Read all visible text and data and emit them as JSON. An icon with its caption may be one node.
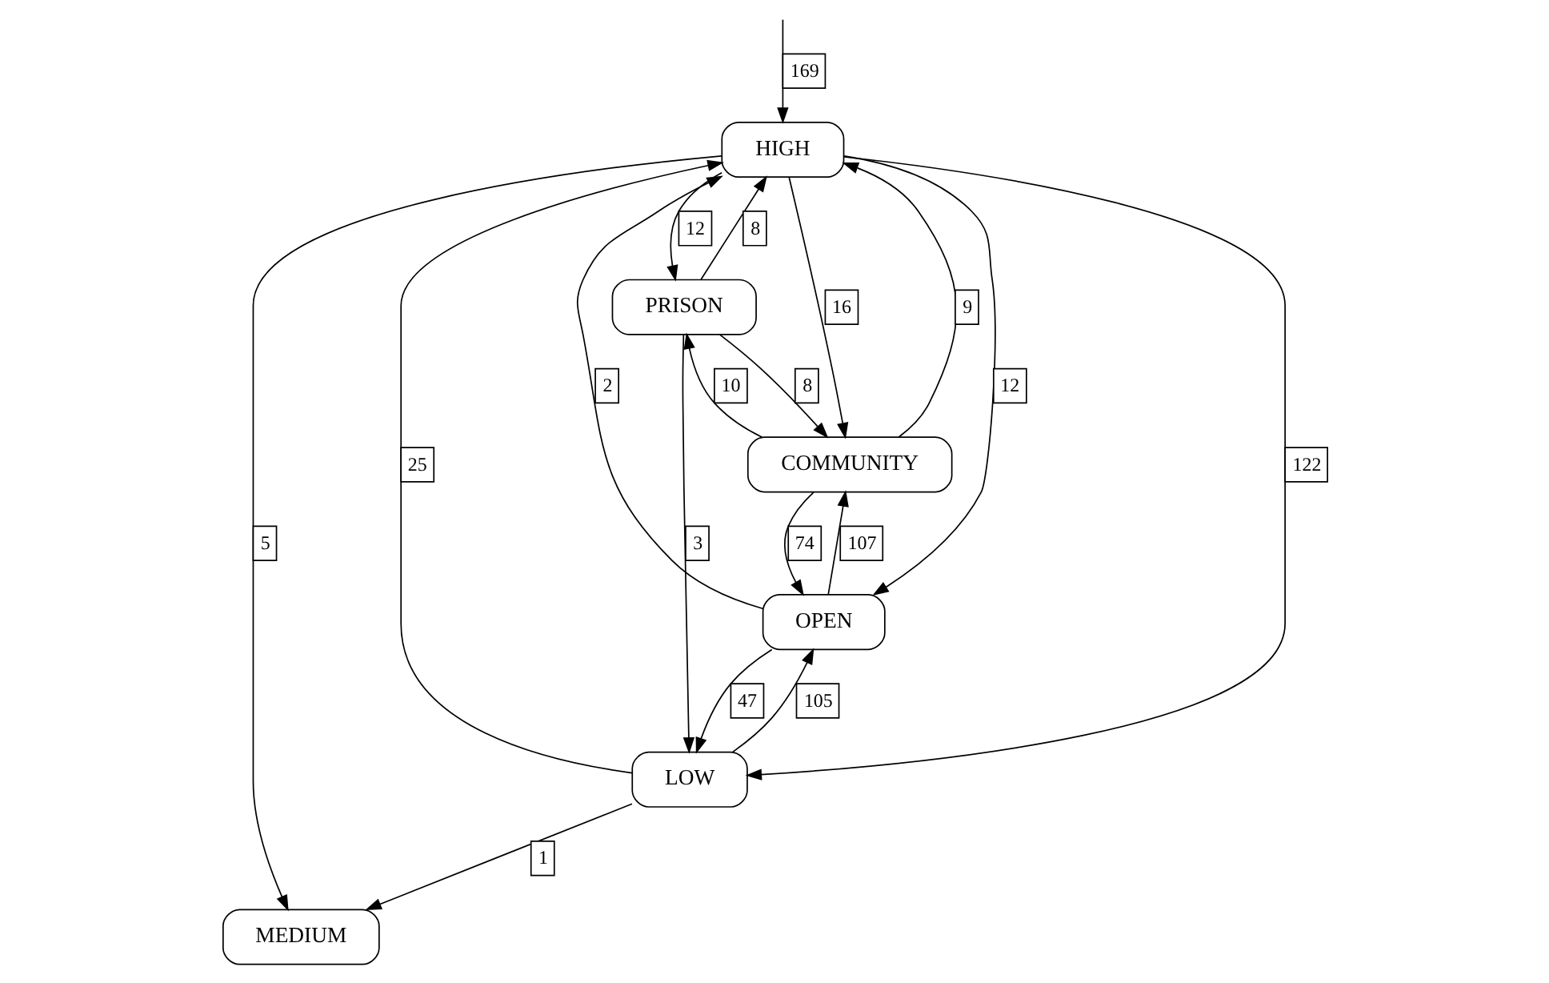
{
  "diagram": {
    "nodes": [
      {
        "text": [
          "HIGH"
        ]
      },
      {
        "text": [
          "MEDIUM"
        ]
      },
      {
        "text": [
          "PRISON"
        ]
      },
      {
        "text": [
          "LOW"
        ]
      },
      {
        "text": [
          "OPEN"
        ]
      },
      {
        "text": [
          "COMMUNITY"
        ]
      }
    ],
    "edges": [
      {
        "from": null,
        "to": 0,
        "arrow": "to",
        "label": "169"
      },
      {
        "from": 0,
        "to": 1,
        "arrow": "to",
        "label": "5"
      },
      {
        "from": 2,
        "to": 0,
        "arrow": "to",
        "label": "8"
      },
      {
        "from": 0,
        "to": 2,
        "arrow": "to",
        "label": "12"
      },
      {
        "from": 0,
        "to": 3,
        "arrow": "to",
        "label": "122"
      },
      {
        "from": 3,
        "to": 0,
        "arrow": "to",
        "label": "25"
      },
      {
        "from": 3,
        "to": 1,
        "arrow": "to",
        "label": "1"
      },
      {
        "from": 2,
        "to": 3,
        "arrow": "to",
        "label": "3"
      },
      {
        "from": 4,
        "to": 0,
        "arrow": "to",
        "label": "2"
      },
      {
        "from": 0,
        "to": 4,
        "arrow": "to",
        "label": "12"
      },
      {
        "from": 4,
        "to": 3,
        "arrow": "to",
        "label": "47"
      },
      {
        "from": 3,
        "to": 4,
        "arrow": "to",
        "label": "105"
      },
      {
        "from": 5,
        "to": 0,
        "arrow": "to",
        "label": "9"
      },
      {
        "from": 0,
        "to": 5,
        "arrow": "to",
        "label": "16"
      },
      {
        "from": 2,
        "to": 5,
        "arrow": "to",
        "label": "8"
      },
      {
        "from": 5,
        "to": 2,
        "arrow": "to",
        "label": "10"
      },
      {
        "from": 4,
        "to": 5,
        "arrow": "to",
        "label": "107"
      },
      {
        "from": 5,
        "to": 4,
        "arrow": "to",
        "label": "74"
      }
    ]
  }
}
